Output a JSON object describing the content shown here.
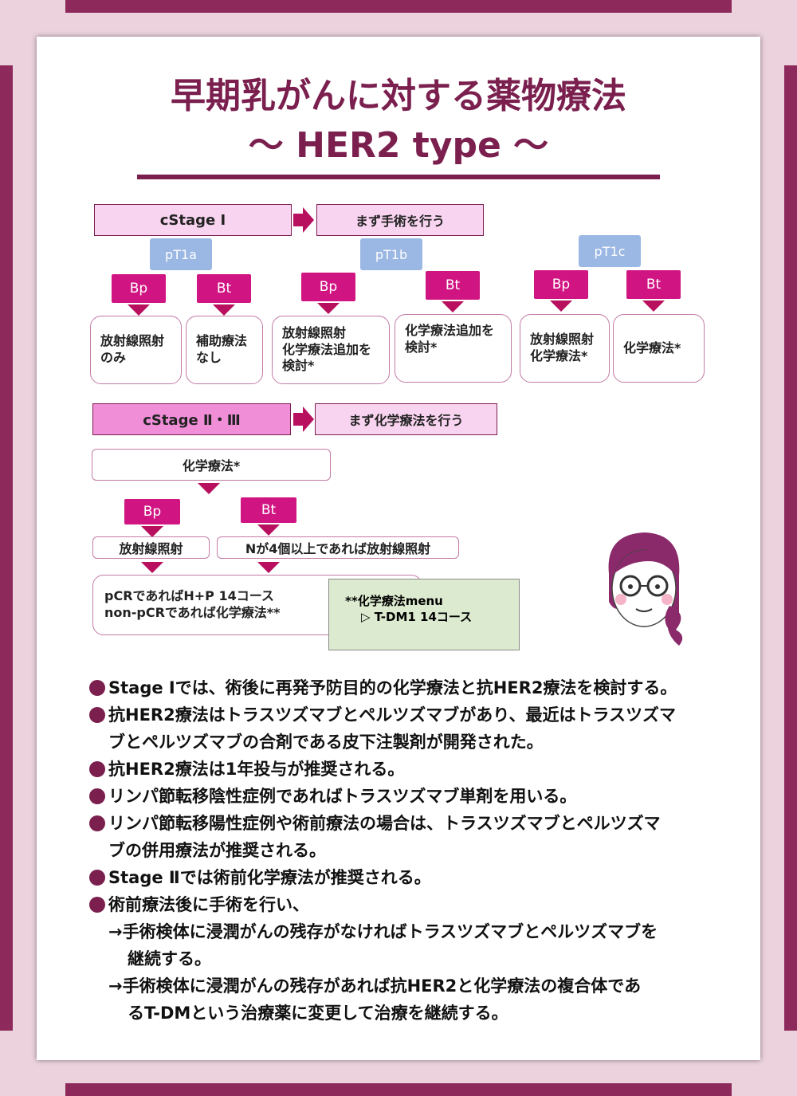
{
  "title": {
    "line1": "早期乳がんに対する薬物療法",
    "line2": "～ HER2 type ～"
  },
  "flow": {
    "stage1": "cStage Ⅰ",
    "stage1_action": "まず手術を行う",
    "pt1a": "pT1a",
    "pt1b": "pT1b",
    "pt1c": "pT1c",
    "bp": "Bp",
    "bt": "Bt",
    "r1": [
      "放射線照射",
      "のみ"
    ],
    "r2": [
      "補助療法",
      "なし"
    ],
    "r3": [
      "放射線照射",
      "化学療法追加を",
      "検討*"
    ],
    "r4": [
      "化学療法追加を",
      "検討*"
    ],
    "r5": [
      "放射線照射",
      "化学療法*"
    ],
    "r6": [
      "化学療法*"
    ],
    "stage2": "cStage Ⅱ・Ⅲ",
    "stage2_action": "まず化学療法を行う",
    "chemo": "化学療法*",
    "rad": "放射線照射",
    "n4": "Nが4個以上であれば放射線照射",
    "pcr": [
      "pCRであればH+P 14コース",
      "non-pCRであれば化学療法**"
    ],
    "menu": [
      "**化学療法menu",
      "▷ T-DM1 14コース"
    ]
  },
  "bullets": [
    "Stage Ⅰでは、術後に再発予防目的の化学療法と抗HER2療法を検討する。",
    "抗HER2療法はトラスツズマブとペルツズマブがあり、最近はトラスツズマ",
    "ブとペルツズマブの合剤である皮下注製剤が開発された。",
    "抗HER2療法は1年投与が推奨される。",
    "リンパ節転移陰性症例であればトラスツズマブ単剤を用いる。",
    "リンパ節転移陽性症例や術前療法の場合は、トラスツズマブとペルツズマ",
    "ブの併用療法が推奨される。",
    "Stage Ⅱでは術前化学療法が推奨される。",
    "術前療法後に手術を行い、",
    "→手術検体に浸潤がんの残存がなければトラスツズマブとペルツズマブを",
    "継続する。",
    "→手術検体に浸潤がんの残存があれば抗HER2と化学療法の複合体であ",
    "るT-DMという治療薬に変更して治療を継続する。"
  ],
  "colors": {
    "accent": "#7a1f4e",
    "magenta": "#d01582",
    "pink": "#f9d4f0",
    "blue": "#9bb7e3",
    "scroll": "#dceacf"
  }
}
